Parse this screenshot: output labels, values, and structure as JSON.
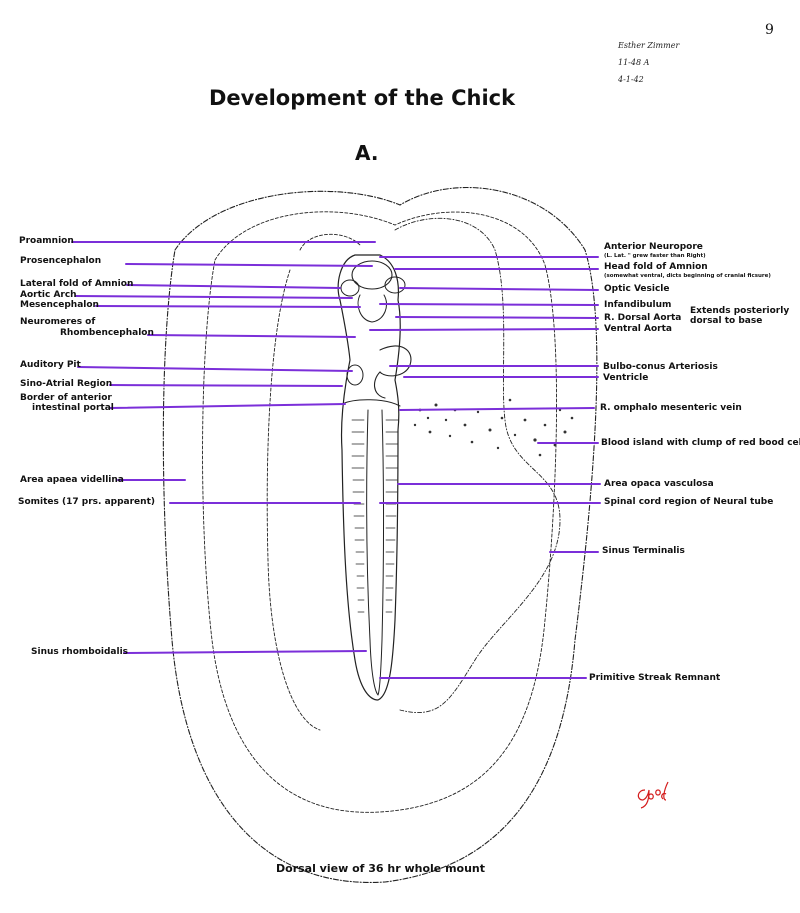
{
  "title": "Development of the Chick",
  "panel_letter": "A.",
  "page_number": "9",
  "author_notes": [
    "Esther Zimmer",
    "11-48 A",
    "4-1-42"
  ],
  "caption": "Dorsal view of 36 hr whole mount",
  "grade": "Good",
  "leader_color": "#7b2fd9",
  "left_labels": {
    "proamnion": "Proamnion",
    "prosencephalon": "Prosencephalon",
    "lateral_fold": "Lateral fold of Amnion",
    "aortic_arch": "Aortic Arch",
    "mesencephalon": "Mesencephalon",
    "neuromeres_1": "Neuromeres of",
    "neuromeres_2": "Rhombencephalon",
    "auditory_pit": "Auditory Pit",
    "sino_atrial": "Sino-Atrial Region",
    "border_1": "Border of anterior",
    "border_2": "intestinal portal",
    "area_apaea": "Area apaea videllina",
    "somites": "Somites (17 prs. apparent)",
    "sinus_rhomboidalis": "Sinus rhomboidalis"
  },
  "right_labels": {
    "anterior_neuropore": "Anterior Neuropore",
    "anterior_neuropore_note": "(L. Lat. \" grew faster than Right)",
    "head_fold": "Head fold of Amnion",
    "head_fold_note": "(somewhat ventral, dicts beginning of cranial ficsure)",
    "optic_vesicle": "Optic Vesicle",
    "infandibulum": "Infandibulum",
    "extends_1": "Extends posteriorly",
    "extends_2": "dorsal to base",
    "r_dorsal_aorta": "R. Dorsal Aorta",
    "ventral_aorta": "Ventral Aorta",
    "bulbo_conus": "Bulbo-conus Arteriosis",
    "ventricle": "Ventricle",
    "omphalo": "R. omphalo mesenteric vein",
    "blood_island": "Blood island with clump of red bood cells",
    "area_opaca": "Area opaca vasculosa",
    "spinal_cord": "Spinal cord region of Neural tube",
    "sinus_terminalis": "Sinus Terminalis",
    "primitive_streak": "Primitive Streak Remnant"
  }
}
